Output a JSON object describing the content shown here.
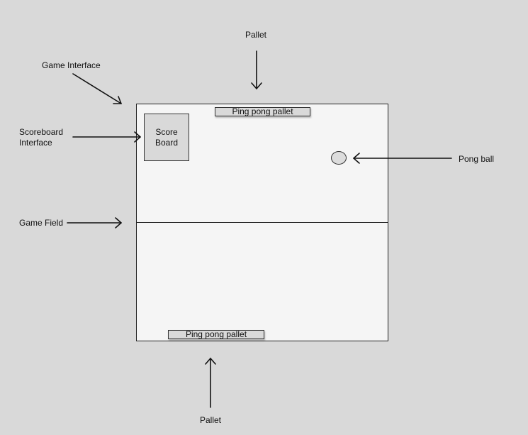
{
  "labels": {
    "pallet_top": "Pallet",
    "game_interface": "Game Interface",
    "scoreboard_interface": "Scoreboard\nInterface",
    "game_field": "Game Field",
    "pong_ball": "Pong ball",
    "pallet_bottom": "Pallet"
  },
  "game": {
    "scoreboard": "Score\nBoard",
    "top_pallet": "Ping pong pallet",
    "bottom_pallet": "Ping pong pallet"
  },
  "colors": {
    "background": "#d9d9d9",
    "game_field": "#f5f5f5",
    "lines": "#111111"
  }
}
